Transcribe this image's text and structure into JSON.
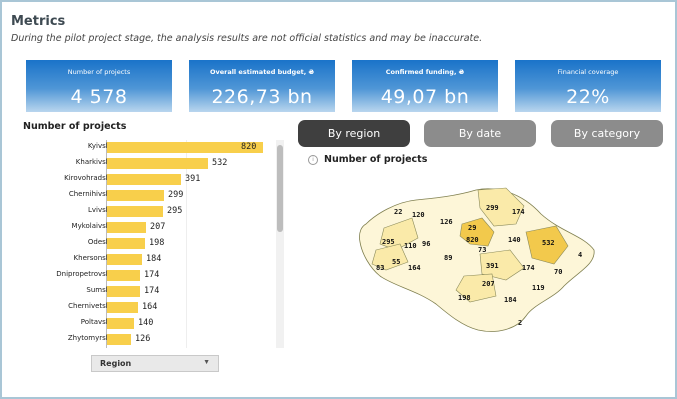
{
  "header": {
    "title": "Metrics",
    "subtitle": "During the pilot project stage, the analysis results are not official statistics and may be inaccurate."
  },
  "cards": [
    {
      "label": "Number of projects",
      "value": "4 578"
    },
    {
      "label": "Overall estimated budget, ₴",
      "value": "226,73 bn"
    },
    {
      "label": "Confirmed funding, ₴",
      "value": "49,07 bn"
    },
    {
      "label": "Financial coverage",
      "value": "22%"
    }
  ],
  "bar_panel": {
    "title": "Number of projects",
    "select_value": "Region",
    "select_arrow_icon": "triangle-down"
  },
  "tabs": [
    {
      "label": "By region",
      "active": true
    },
    {
      "label": "By date",
      "active": false
    },
    {
      "label": "By category",
      "active": false
    }
  ],
  "map_panel": {
    "title": "Number of projects",
    "info_icon": "info-icon",
    "region_labels": [
      "22",
      "120",
      "126",
      "299",
      "174",
      "295",
      "110",
      "96",
      "29",
      "820",
      "73",
      "140",
      "532",
      "4",
      "83",
      "55",
      "164",
      "89",
      "391",
      "174",
      "70",
      "207",
      "119",
      "198",
      "184",
      "2"
    ]
  },
  "colors": {
    "bar": "#f8cf4b",
    "card_blue": "#1a73c9",
    "tab_active": "#3f3f3f",
    "tab_inactive": "#8c8c8c",
    "map_high": "#f2c94c",
    "map_mid": "#faeaa9",
    "map_low": "#fdf6d8"
  },
  "chart_data": {
    "type": "bar",
    "orientation": "horizontal",
    "title": "Number of projects",
    "categories": [
      "Kyivska",
      "Kharkivska",
      "Kirovohradska",
      "Chernihivska",
      "Lvivska",
      "Mykolaivska",
      "Odeska",
      "Khersonska",
      "Dnipropetrovska",
      "Sumska",
      "Chernivetska",
      "Poltavska",
      "Zhytomyrska"
    ],
    "values": [
      820,
      532,
      391,
      299,
      295,
      207,
      198,
      184,
      174,
      174,
      164,
      140,
      126
    ],
    "xlim": [
      0,
      820
    ]
  }
}
